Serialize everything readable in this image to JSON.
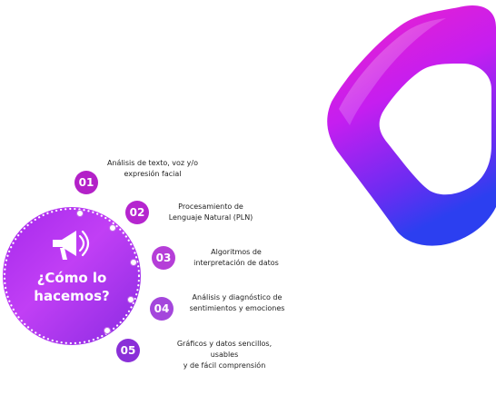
{
  "title_line1": "¿Cómo lo",
  "title_line2": "hacemos?",
  "steps": [
    {
      "number": "01",
      "line1": "Análisis de texto, voz y/o",
      "line2": "expresión facial"
    },
    {
      "number": "02",
      "line1": "Procesamiento de",
      "line2": "Lenguaje Natural (PLN)"
    },
    {
      "number": "03",
      "line1": "Algoritmos de",
      "line2": "interpretación de datos"
    },
    {
      "number": "04",
      "line1": "Análisis y diagnóstico de",
      "line2": "sentimientos y emociones"
    },
    {
      "number": "05",
      "line1": "Gráficos y datos sencillos, usables",
      "line2": "y de fácil comprensión"
    }
  ],
  "colors": {
    "primary": "#a629ec",
    "ring_magenta": "#e51dd0",
    "ring_blue": "#3b3df0"
  },
  "icons": [
    "megaphone-icon"
  ]
}
